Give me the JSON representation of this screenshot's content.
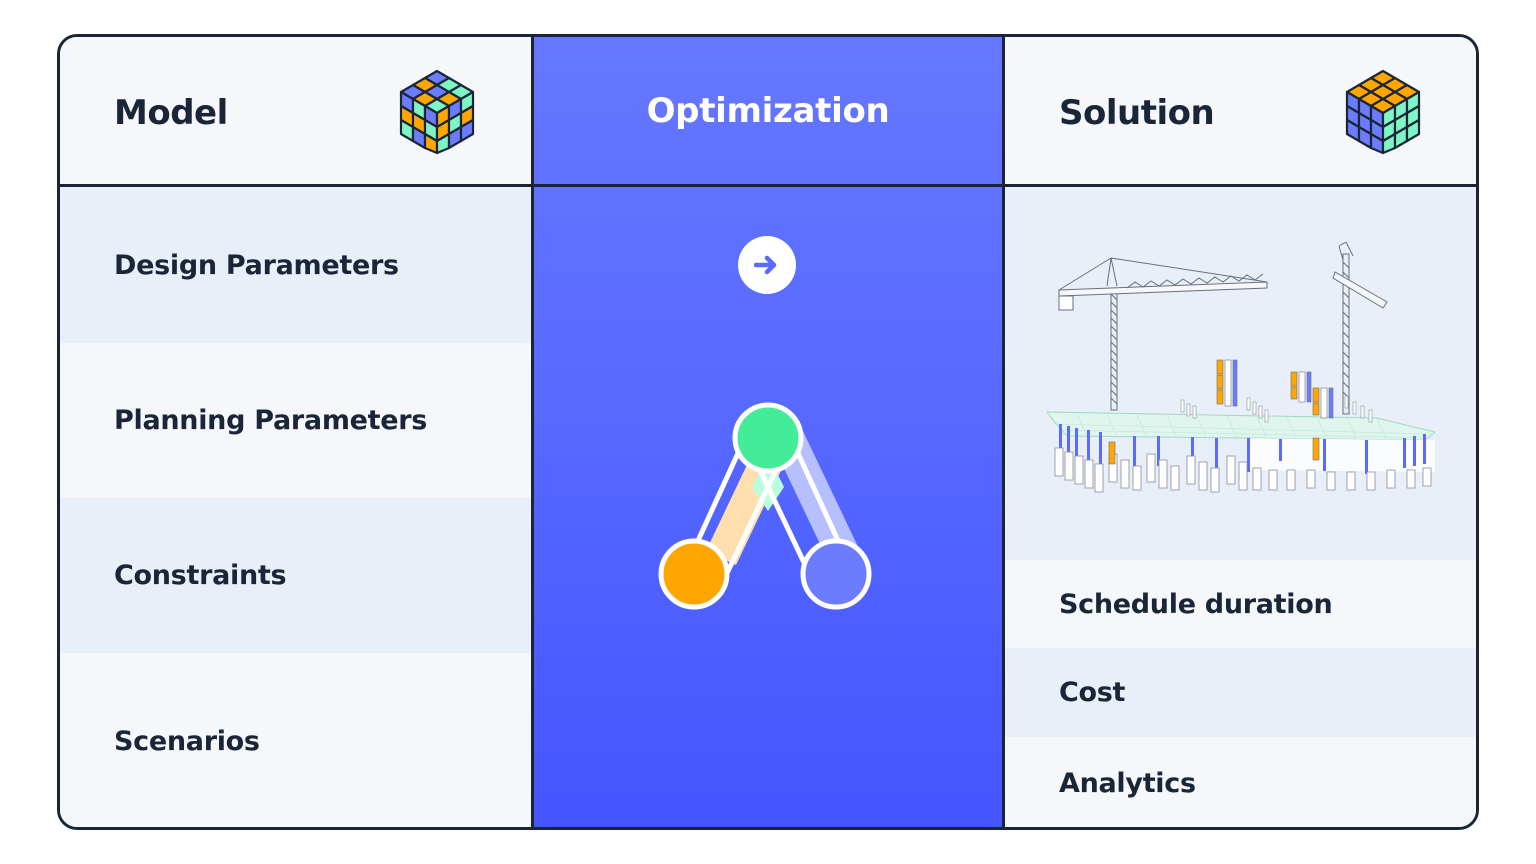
{
  "colors": {
    "ink": "#1a2638",
    "accent_blue": "#5a6cff",
    "band_light": "#e8eff9",
    "band_lighter": "#f5f7fb",
    "orange": "#ffa600",
    "green": "#44ec9a",
    "periwinkle": "#6b7cff"
  },
  "model": {
    "title": "Model",
    "icon": "rubiks-cube-scrambled-icon",
    "items": [
      {
        "label": "Design Parameters"
      },
      {
        "label": "Planning Parameters"
      },
      {
        "label": "Constraints"
      },
      {
        "label": "Scenarios"
      }
    ]
  },
  "optimization": {
    "title": "Optimization",
    "arrow_icon": "arrow-right-icon",
    "logo_icon": "optimization-logo-icon"
  },
  "solution": {
    "title": "Solution",
    "icon": "rubiks-cube-solved-icon",
    "image": "construction-site-illustration",
    "items": [
      {
        "label": "Schedule duration"
      },
      {
        "label": "Cost"
      },
      {
        "label": "Analytics"
      }
    ]
  }
}
